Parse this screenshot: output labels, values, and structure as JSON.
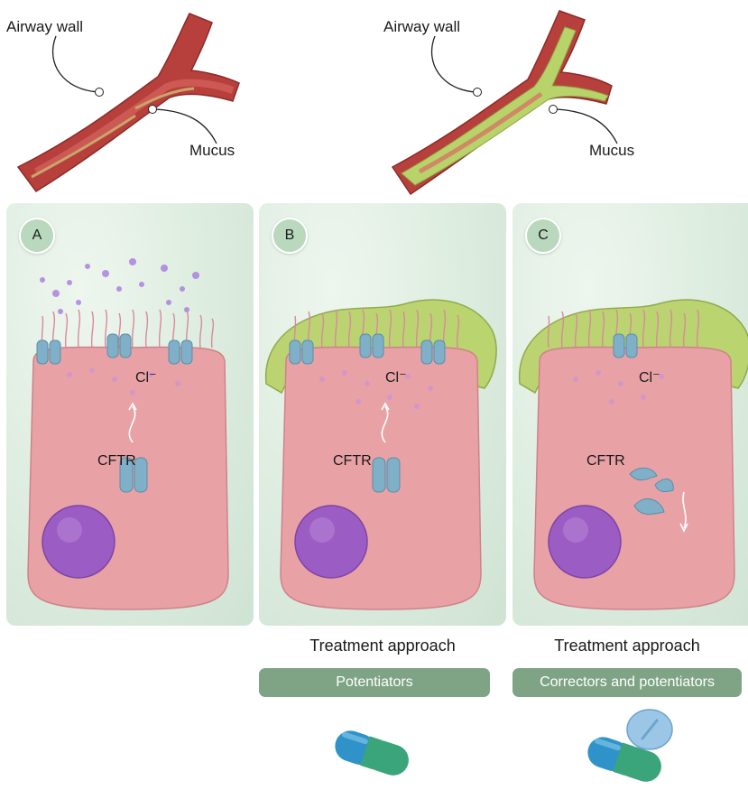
{
  "airway_healthy": {
    "wall_label": "Airway wall",
    "mucus_label": "Mucus"
  },
  "airway_cf": {
    "wall_label": "Airway wall",
    "mucus_label": "Mucus"
  },
  "panels": [
    {
      "letter": "A",
      "chloride": "Cl⁻",
      "protein": "CFTR"
    },
    {
      "letter": "B",
      "chloride": "Cl⁻",
      "protein": "CFTR"
    },
    {
      "letter": "C",
      "chloride": "Cl⁻",
      "protein": "CFTR"
    }
  ],
  "treatments": [
    {
      "heading": "Treatment approach",
      "drug": "Potentiators"
    },
    {
      "heading": "Treatment approach",
      "drug": "Correctors and potentiators"
    }
  ],
  "colors": {
    "airway": "#b8403c",
    "mucus_thin": "#c9a66b",
    "mucus_thick": "#b9d36b",
    "cell": "#e8a2a6",
    "cftr": "#7fb0c8",
    "nucleus": "#9b5cc3",
    "chloride": "#a77be0",
    "panel_bg": "#dcecdf",
    "badge": "#b9d8bd",
    "label_bar": "#7ea485",
    "capsule_blue": "#2f93c9",
    "capsule_green": "#3aa57a"
  }
}
